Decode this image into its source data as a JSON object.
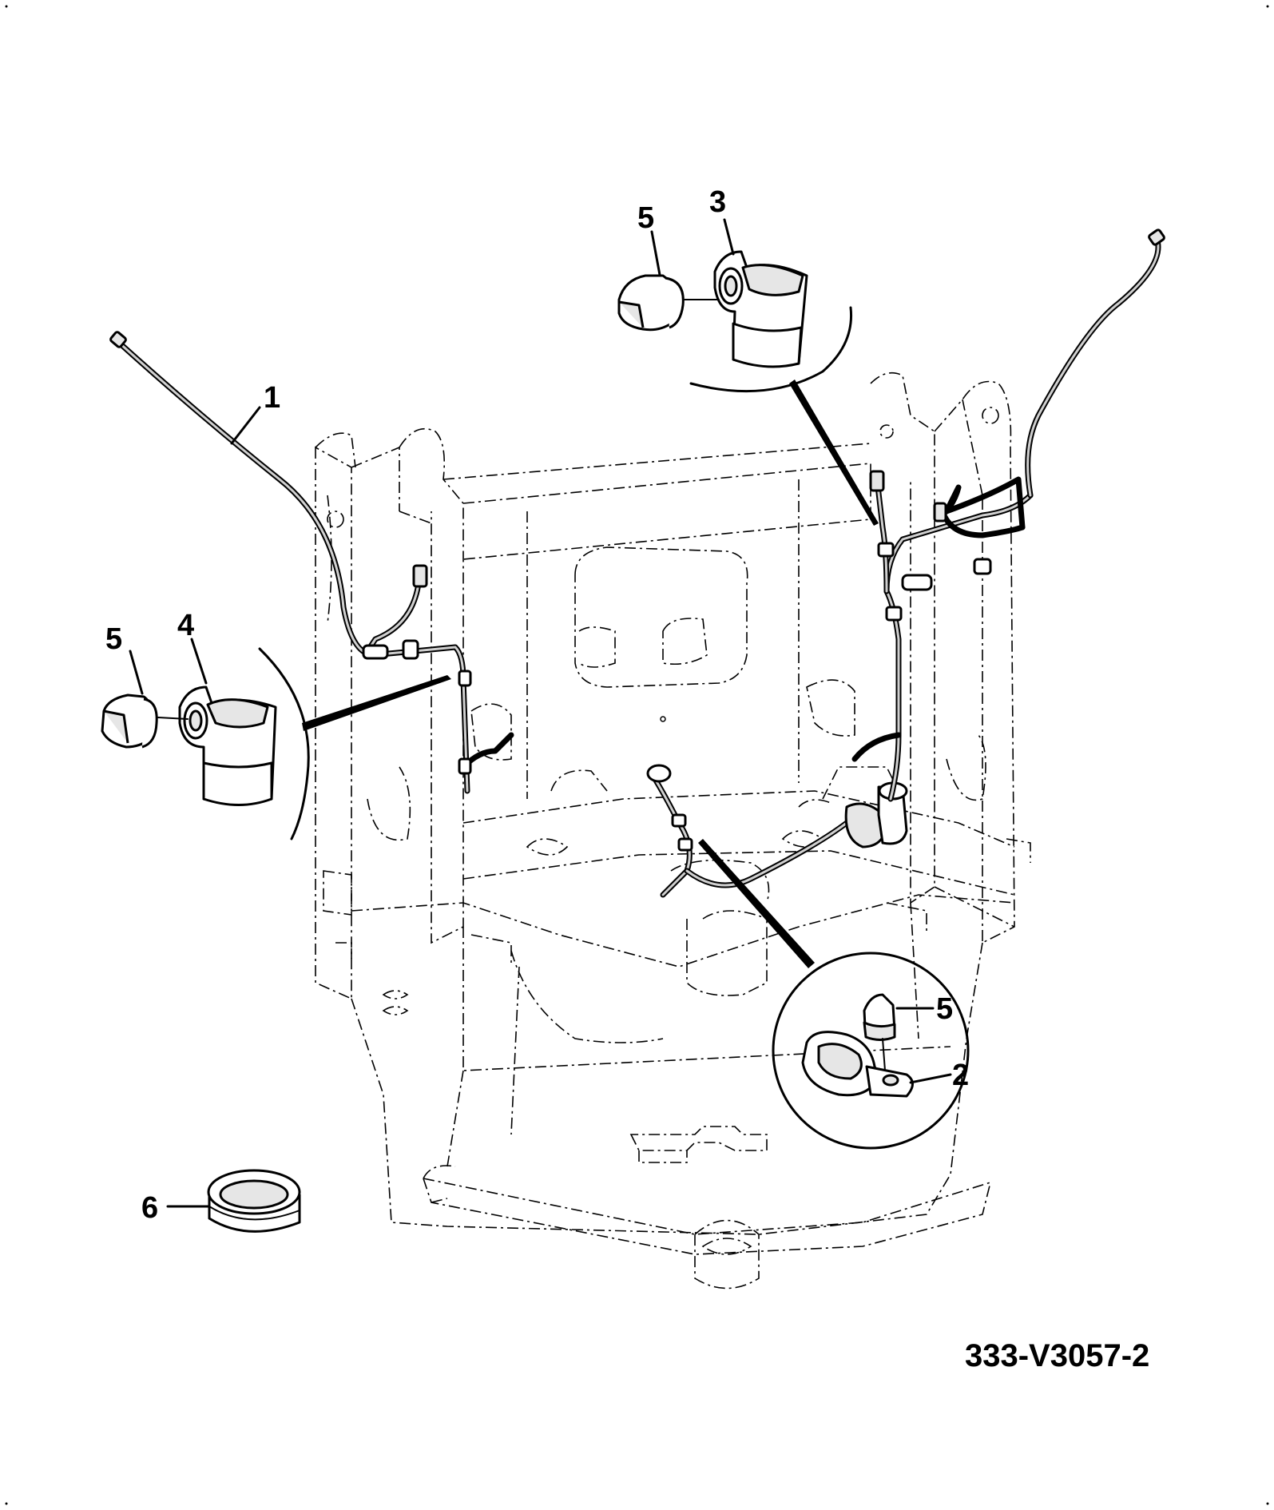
{
  "callouts": {
    "c1": "1",
    "c2": "2",
    "c3": "3",
    "c4": "4",
    "c5_left": "5",
    "c5_top": "5",
    "c5_clip": "5",
    "c6": "6"
  },
  "drawing_number": "333-V3057-2"
}
